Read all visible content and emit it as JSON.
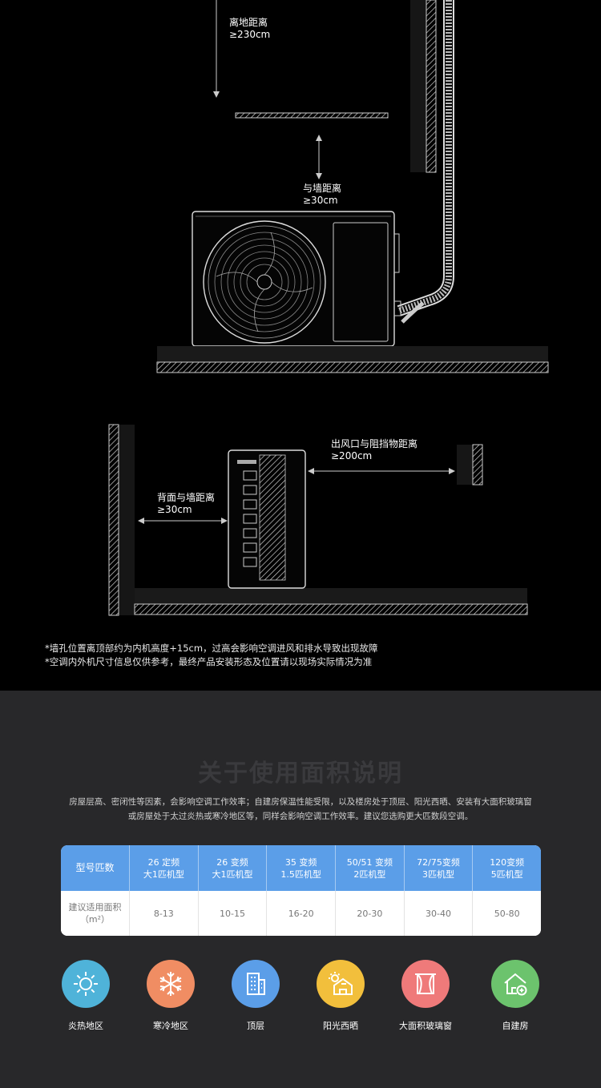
{
  "diagram": {
    "ground_clearance": {
      "label": "离地距离\n≥230cm"
    },
    "wall_distance_top": {
      "label": "与墙距离\n≥30cm"
    },
    "outlet_distance": {
      "label": "出风口与阻挡物距离\n≥200cm"
    },
    "back_wall_distance": {
      "label": "背面与墙距离\n≥30cm"
    }
  },
  "notes": [
    "*墙孔位置离顶部约为内机高度+15cm，过高会影响空调进风和排水导致出现故障",
    "*空调内外机尺寸信息仅供参考，最终产品安装形态及位置请以现场实际情况为准"
  ],
  "area_section": {
    "title": "关于使用面积说明",
    "description": [
      "房屋层高、密闭性等因素，会影响空调工作效率；自建房保温性能受限，以及楼房处于顶层、阳光西晒、安装有大面积玻璃窗",
      "或房屋处于太过炎热或寒冷地区等，同样会影响空调工作效率。建议您选购更大匹数段空调。"
    ],
    "table": {
      "header_label": "型号匹数",
      "row_label": "建议适用面积\n（m²）",
      "columns": [
        {
          "model": "26 定频\n大1匹机型",
          "area": "8-13"
        },
        {
          "model": "26 变频\n大1匹机型",
          "area": "10-15"
        },
        {
          "model": "35 变频\n1.5匹机型",
          "area": "16-20"
        },
        {
          "model": "50/51 变频\n2匹机型",
          "area": "20-30"
        },
        {
          "model": "72/75变频\n3匹机型",
          "area": "30-40"
        },
        {
          "model": "120变频\n5匹机型",
          "area": "50-80"
        }
      ]
    },
    "factors": [
      {
        "label": "炎热地区",
        "icon": "sun-icon",
        "color": "#4fb3d9"
      },
      {
        "label": "寒冷地区",
        "icon": "snowflake-icon",
        "color": "#f08d63"
      },
      {
        "label": "顶层",
        "icon": "building-icon",
        "color": "#5b9ee8"
      },
      {
        "label": "阳光西晒",
        "icon": "sunny-house-icon",
        "color": "#f2bf3c"
      },
      {
        "label": "大面积玻璃窗",
        "icon": "window-curtain-icon",
        "color": "#ef7a7a"
      },
      {
        "label": "自建房",
        "icon": "house-plus-icon",
        "color": "#6cc36d"
      }
    ]
  }
}
